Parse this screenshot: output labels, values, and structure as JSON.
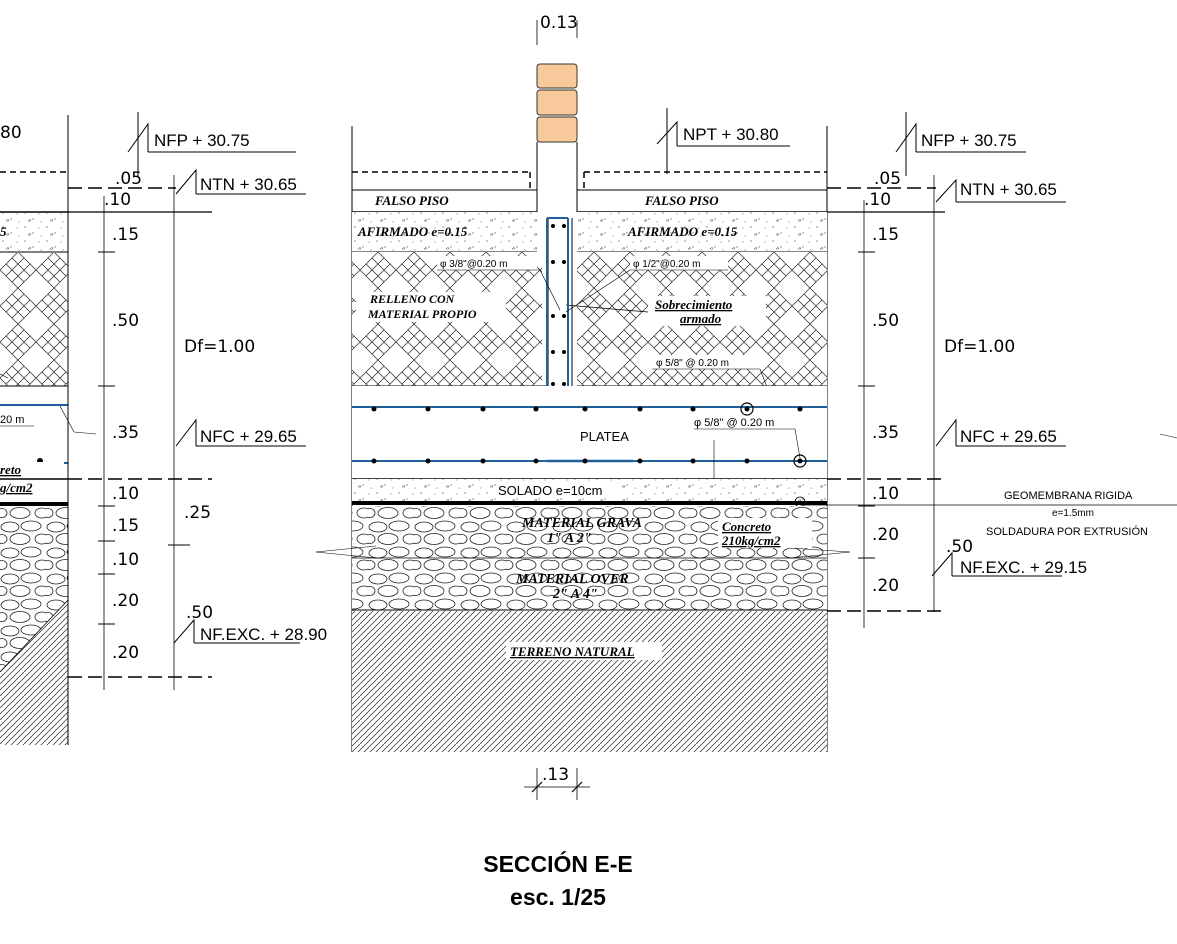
{
  "drawing": {
    "title": "SECCIÓN E-E",
    "scale": "esc. 1/25"
  },
  "levels": {
    "npt_partial": "80",
    "npt": "NPT + 30.80",
    "nfp": "NFP + 30.75",
    "ntn": "NTN + 30.65",
    "nfc": "NFC + 29.65",
    "nf_exc_left": "NF.EXC. + 28.90",
    "nf_exc_right": "NF.EXC. + 29.15"
  },
  "layers": {
    "falso_piso": "FALSO PISO",
    "afirmado": "AFIRMADO e=0.15",
    "afirmado_partial": "5",
    "relleno_line1": "RELLENO CON",
    "relleno_line2": "MATERIAL PROPIO",
    "sobrecimiento_line1": "Sobrecimiento",
    "sobrecimiento_line2": "armado",
    "platea": "PLATEA",
    "solado": "SOLADO e=10cm",
    "grava_line1": "MATERIAL GRAVA",
    "grava_line2": "1\" A 2\"",
    "over_line1": "MATERIAL OVER",
    "over_line2": "2\" A 4\"",
    "terreno": "TERRENO NATURAL",
    "concreto_line1": "Concreto",
    "concreto_line2": "210kg/cm2",
    "concreto_partial1": "reto",
    "concreto_partial2": "g/cm2"
  },
  "rebar": {
    "r38": "φ 3/8\"@0.20 m",
    "r12": "φ 1/2\"@0.20 m",
    "r58a": "φ 5/8\" @ 0.20 m",
    "r58b": "φ 5/8\" @ 0.20 m",
    "r58_partial": "20 m"
  },
  "geomembrana": {
    "line1": "GEOMEMBRANA RIGIDA",
    "line2": "e=1.5mm",
    "line3": "SOLDADURA POR EXTRUSIÓN"
  },
  "dims": {
    "wall_top": "0.13",
    "wall_bottom": ".13",
    "d05": ".05",
    "d10": ".10",
    "d15": ".15",
    "d50": ".50",
    "d35": ".35",
    "d20": ".20",
    "d25": ".25",
    "df": "Df=1.00",
    "d50b": ".50"
  }
}
